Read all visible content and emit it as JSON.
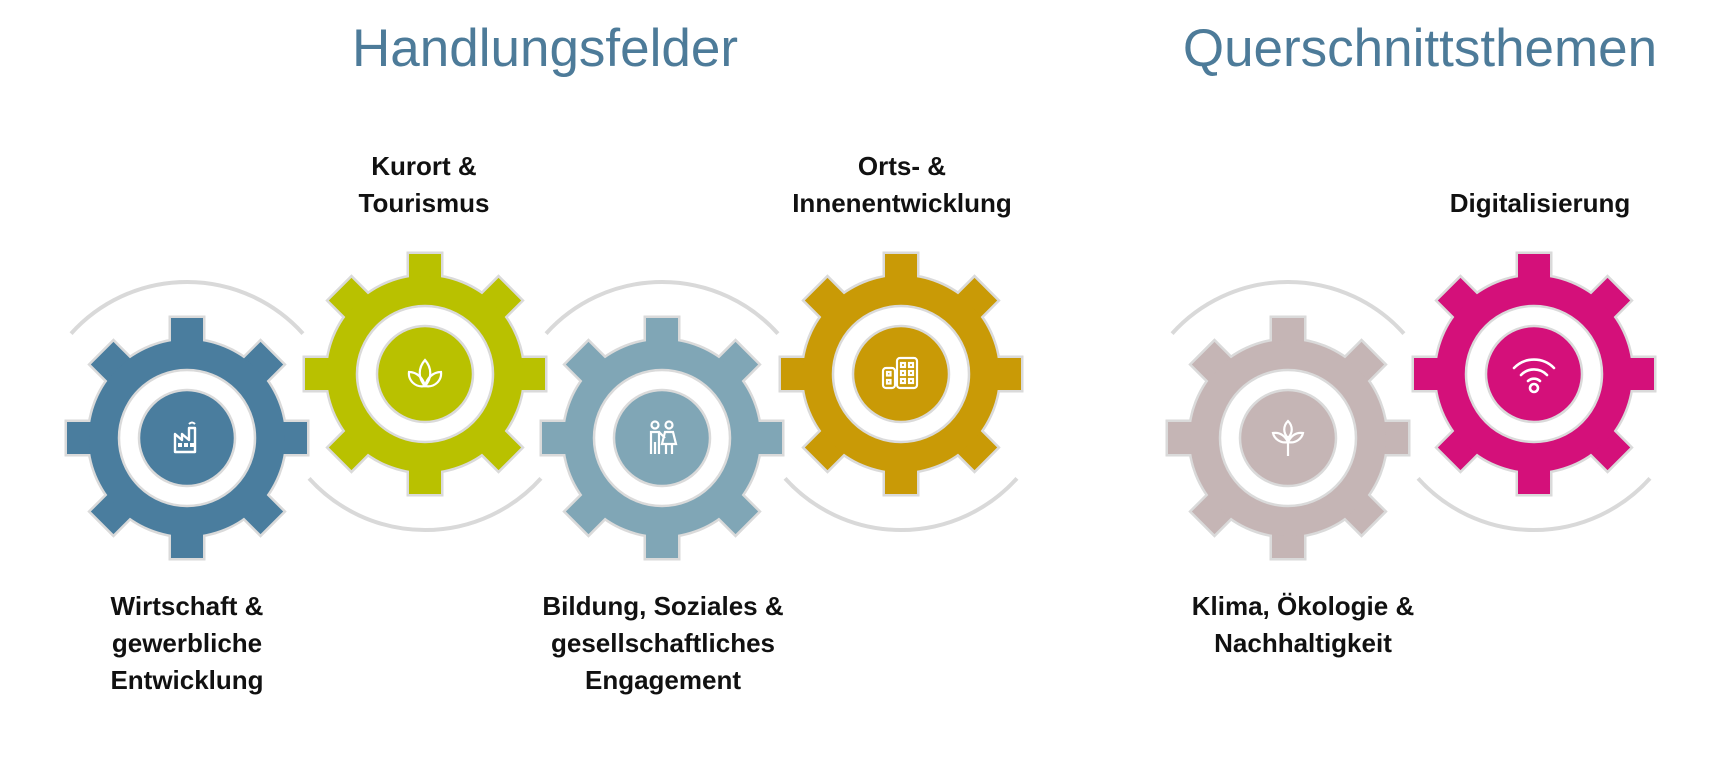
{
  "sections": {
    "handlungsfelder": {
      "title": "Handlungsfelder"
    },
    "querschnittsthemen": {
      "title": "Querschnittsthemen"
    }
  },
  "gears": [
    {
      "id": "wirtschaft",
      "label_lines": [
        "Wirtschaft &",
        "gewerbliche",
        "Entwicklung"
      ],
      "color": "#4a7d9e",
      "icon": "factory-icon"
    },
    {
      "id": "kurort",
      "label_lines": [
        "Kurort &",
        "Tourismus"
      ],
      "color": "#b9c100",
      "icon": "lotus-icon"
    },
    {
      "id": "bildung",
      "label_lines": [
        "Bildung, Soziales &",
        "gesellschaftliches",
        "Engagement"
      ],
      "color": "#80a6b6",
      "icon": "people-icon"
    },
    {
      "id": "orts",
      "label_lines": [
        "Orts- &",
        "Innenentwicklung"
      ],
      "color": "#c99a06",
      "icon": "buildings-icon"
    },
    {
      "id": "klima",
      "label_lines": [
        "Klima, Ökologie &",
        "Nachhaltigkeit"
      ],
      "color": "#c5b5b5",
      "icon": "sprout-icon"
    },
    {
      "id": "digital",
      "label_lines": [
        "Digitalisierung"
      ],
      "color": "#d4107a",
      "icon": "wifi-icon"
    }
  ],
  "colors": {
    "title": "#4d7b99",
    "outline": "#dadada",
    "arc": "#d9d9d9"
  }
}
